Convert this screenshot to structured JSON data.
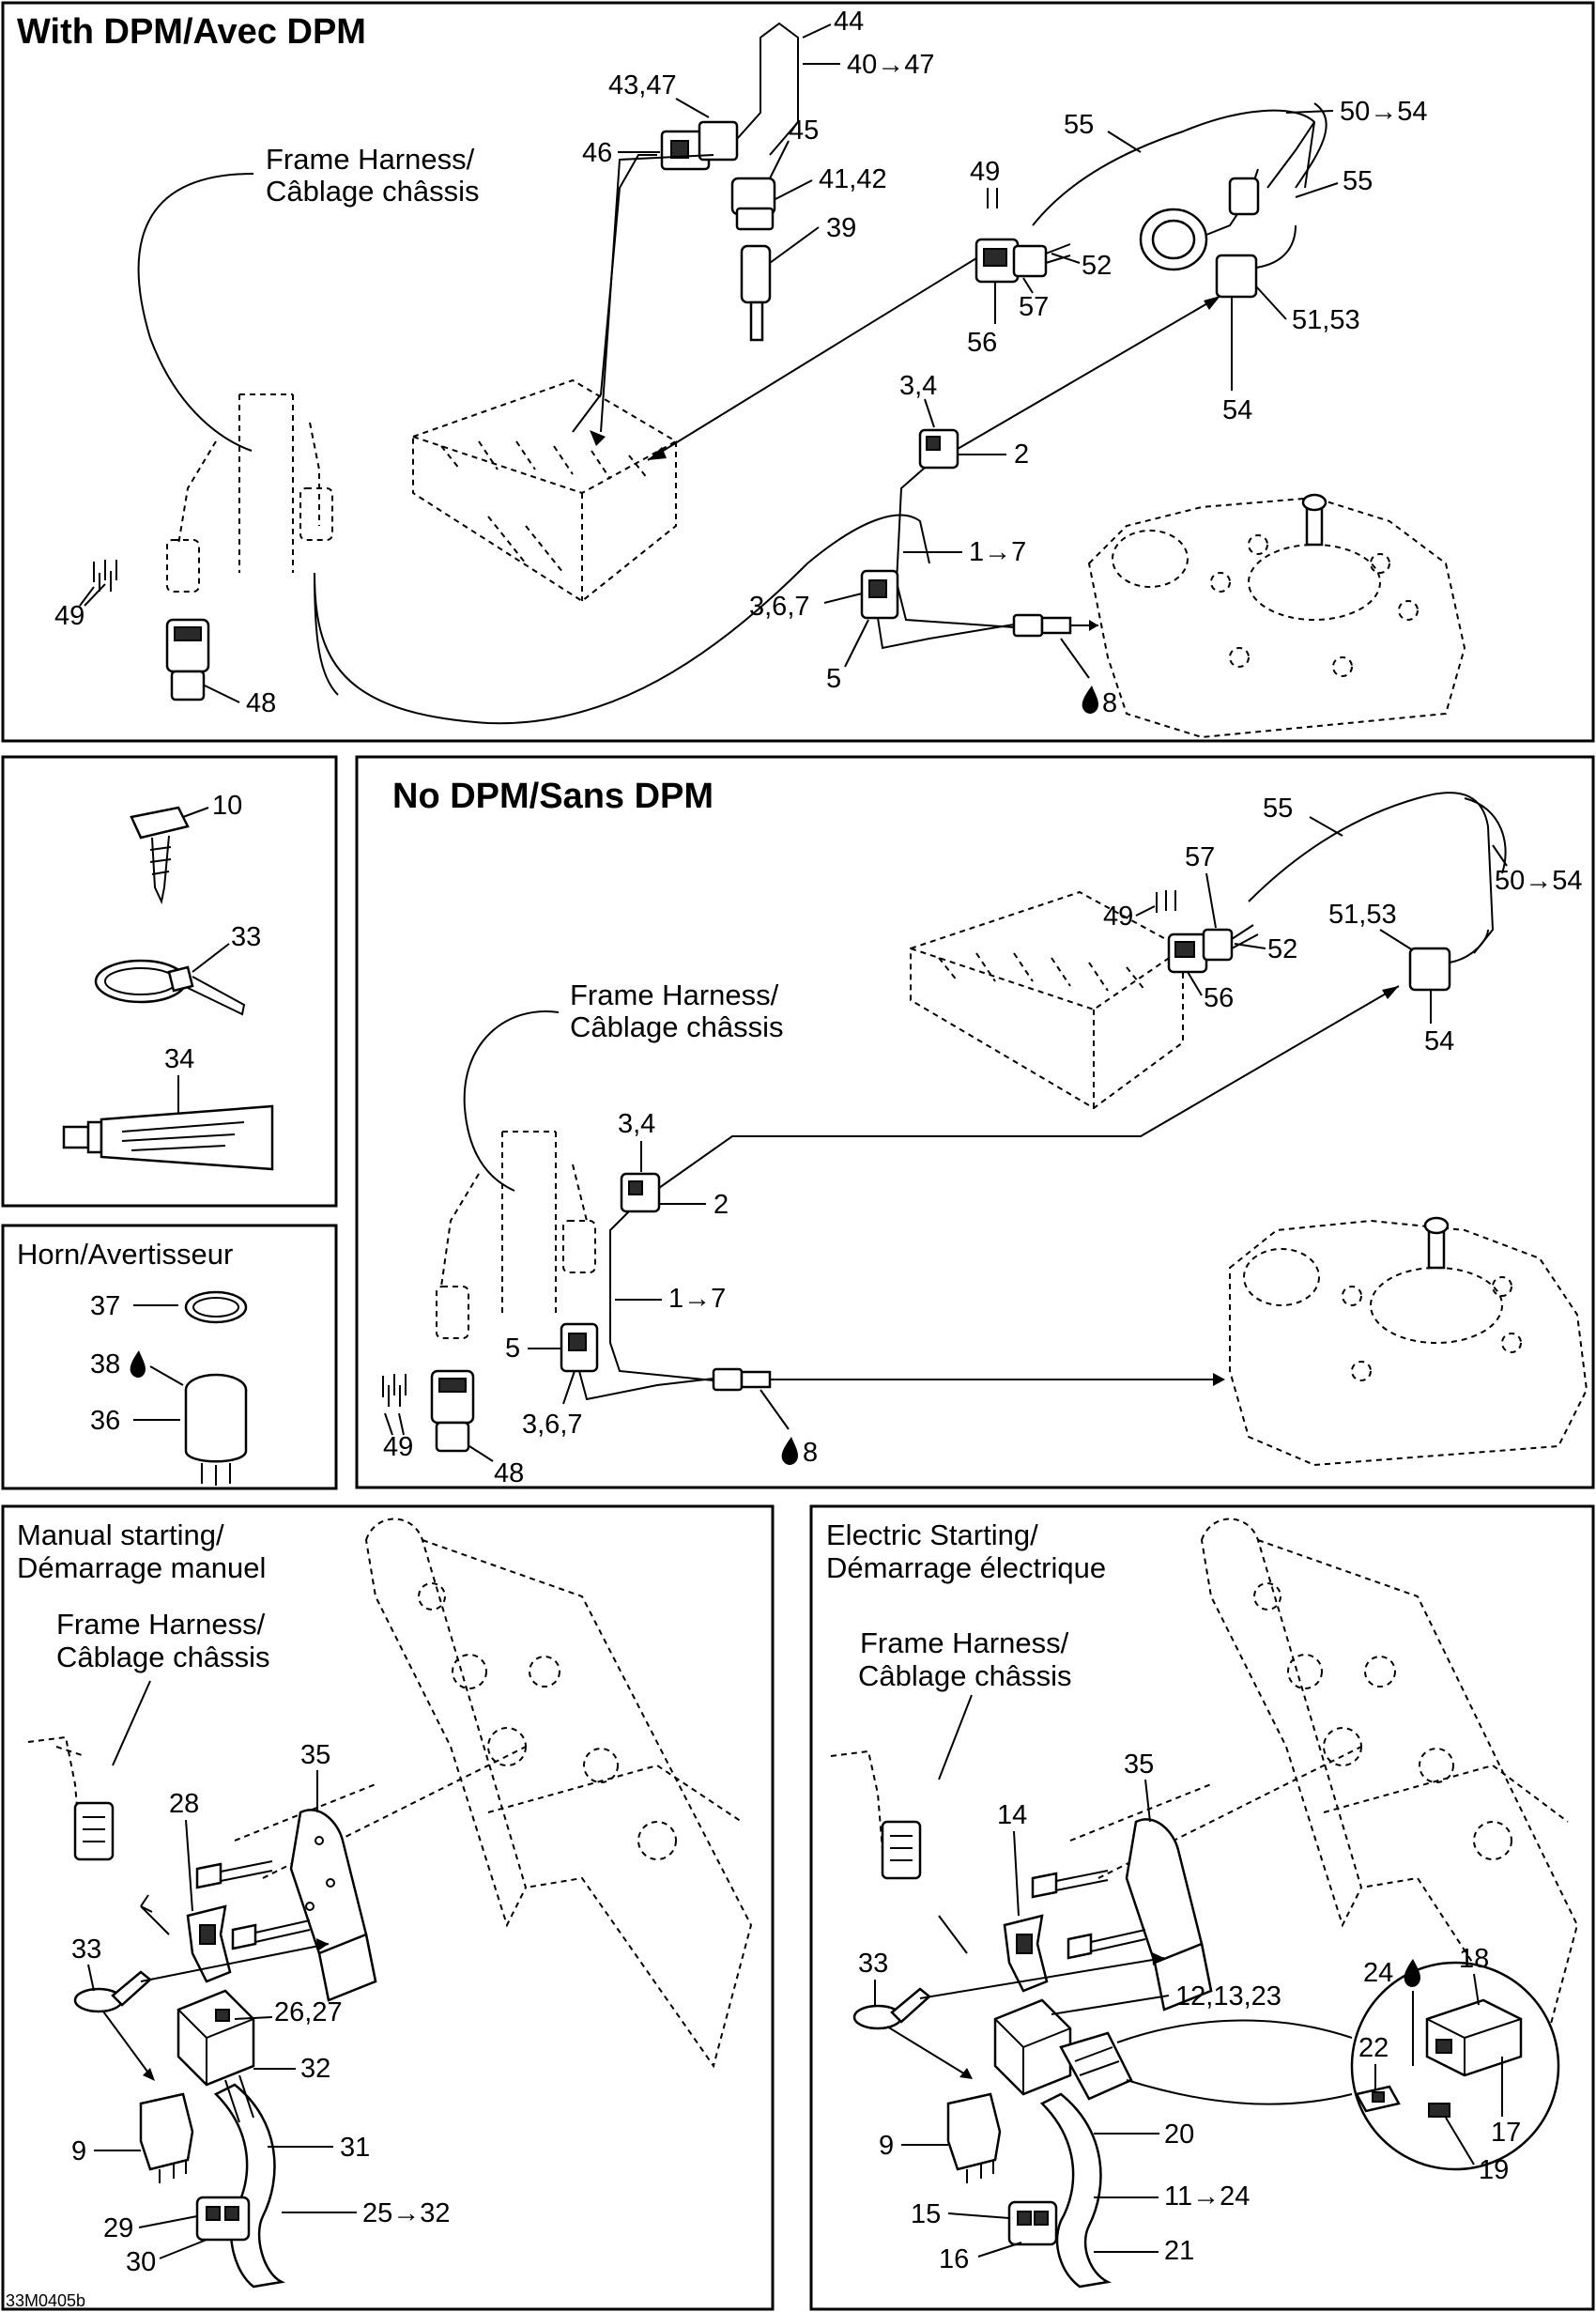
{
  "panels": {
    "with_dpm": {
      "title": "With DPM/Avec DPM",
      "frame_harness": [
        "Frame Harness/",
        "Câblage châssis"
      ],
      "callouts": [
        "44",
        "40→47",
        "43,47",
        "46",
        "45",
        "41,42",
        "39",
        "55",
        "50→54",
        "55",
        "49",
        "52",
        "56",
        "57",
        "51,53",
        "54",
        "3,4",
        "2",
        "1→7",
        "3,6,7",
        "5",
        "8",
        "49",
        "48"
      ]
    },
    "accessories": {
      "callouts": [
        "10",
        "33",
        "34"
      ]
    },
    "horn": {
      "title": "Horn/Avertisseur",
      "callouts": [
        "37",
        "38",
        "36"
      ]
    },
    "no_dpm": {
      "title": "No DPM/Sans DPM",
      "frame_harness": [
        "Frame Harness/",
        "Câblage châssis"
      ],
      "callouts": [
        "55",
        "50→54",
        "57",
        "49",
        "52",
        "56",
        "51,53",
        "54",
        "3,4",
        "2",
        "1→7",
        "5",
        "3,6,7",
        "8",
        "49",
        "48"
      ]
    },
    "manual_starting": {
      "title": [
        "Manual starting/",
        "Démarrage manuel"
      ],
      "frame_harness": [
        "Frame Harness/",
        "Câblage châssis"
      ],
      "callouts": [
        "35",
        "28",
        "33",
        "26,27",
        "32",
        "9",
        "31",
        "29",
        "30",
        "25→32"
      ]
    },
    "electric_starting": {
      "title": [
        "Electric Starting/",
        "Démarrage électrique"
      ],
      "frame_harness": [
        "Frame Harness/",
        "Câblage châssis"
      ],
      "callouts": [
        "35",
        "14",
        "33",
        "12,13,23",
        "9",
        "20",
        "15",
        "16",
        "11→24",
        "21",
        "24",
        "18",
        "22",
        "17",
        "19"
      ]
    }
  },
  "figure_code": "33M0405b"
}
